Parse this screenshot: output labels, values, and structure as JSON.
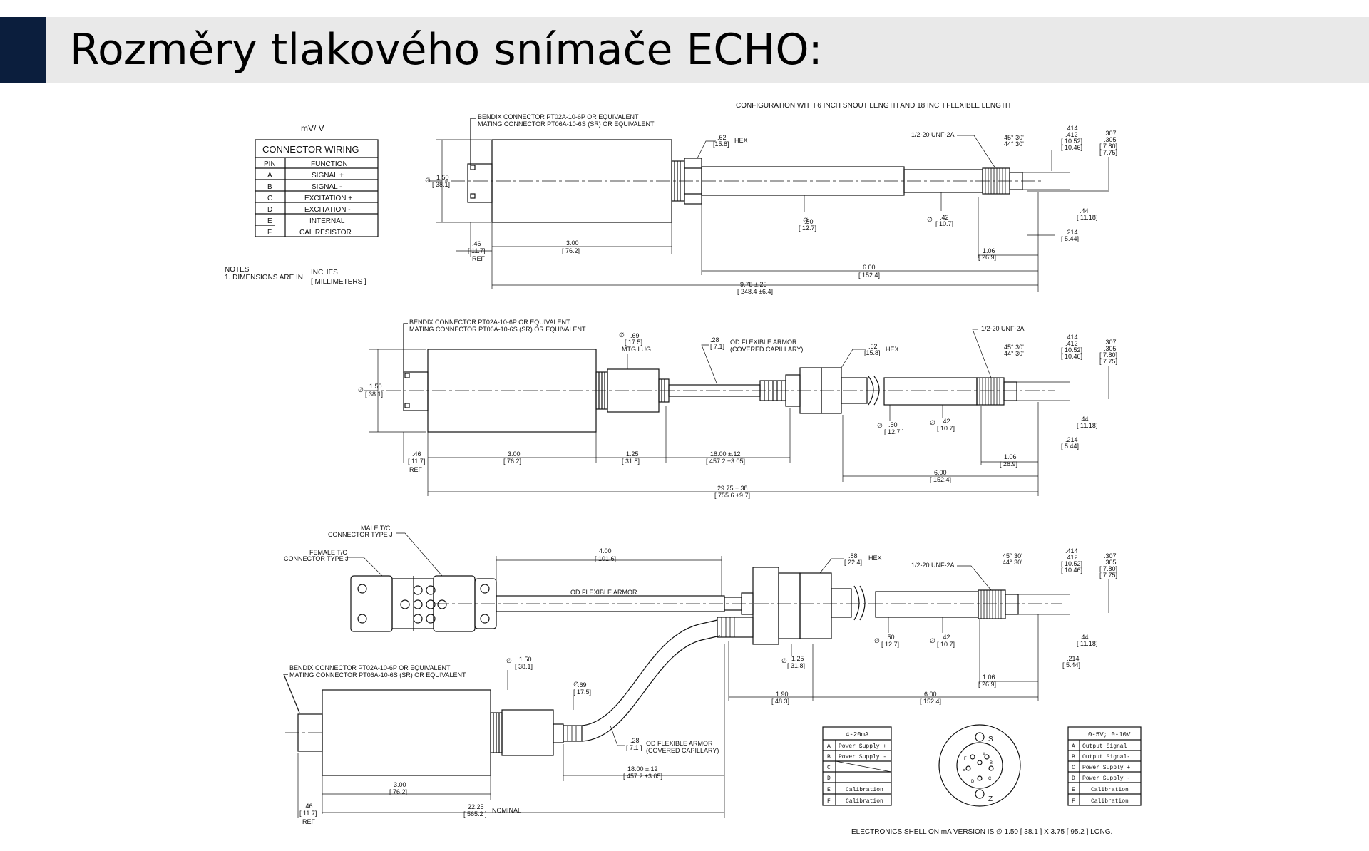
{
  "page": {
    "title": "Rozměry tlakového snímače ECHO:"
  },
  "colors": {
    "accent": "#0b1e3d",
    "title_bar": "#e9e9e9",
    "line": "#111111"
  },
  "drawing1": {
    "caption": "CONFIGURATION WITH 6 INCH SNOUT LENGTH AND 18 INCH FLEXIBLE LENGTH",
    "unit_label": "mV/ V",
    "wiring_table": {
      "title": "CONNECTOR WIRING",
      "headers": [
        "PIN",
        "FUNCTION"
      ],
      "rows": [
        [
          "A",
          "SIGNAL +"
        ],
        [
          "B",
          "SIGNAL -"
        ],
        [
          "C",
          "EXCITATION +"
        ],
        [
          "D",
          "EXCITATION -"
        ],
        [
          "E",
          "INTERNAL"
        ],
        [
          "F",
          "CAL RESISTOR"
        ]
      ]
    },
    "notes": [
      "NOTES",
      "1. DIMENSIONS ARE IN",
      "INCHES",
      "[ MILLIMETERS ]"
    ],
    "connector_1": "BENDIX CONNECTOR  PT02A-10-6P OR EQUIVALENT",
    "connector_2": "MATING CONNECTOR  PT06A-10-6S (SR) OR EQUIVALENT",
    "hex": ".62",
    "hex_mm": "[15.8]",
    "hex_label": "HEX",
    "thread": "1/2-20 UNF-2A",
    "angle1": "45° 30'",
    "angle2": "44° 30'",
    "d414": ".414",
    "d412": ".412",
    "d1052": "[ 10.52]",
    "d1046": "[ 10.46]",
    "d307": ".307",
    "d305": ".305",
    "d780": "[ 7.80]",
    "d775": "[ 7.75]",
    "dia150": "1.50",
    "dia150mm": "[ 38.1]",
    "dia50": ".50",
    "dia50mm": "[ 12.7]",
    "dia42": ".42",
    "dia42mm": "[ 10.7]",
    "d44": ".44",
    "d44mm": "[ 11.18]",
    "d214": ".214",
    "d214mm": "[ 5.44]",
    "d106": "1.06",
    "d106mm": "[ 26.9]",
    "d46": ".46",
    "d46mm": "[ 11.7]",
    "ref": "REF",
    "d300": "3.00",
    "d300mm": "[ 76.2]",
    "d600": "6.00",
    "d600mm": "[ 152.4]",
    "d978": "9.78 ±.25",
    "d978mm": "[ 248.4 ±6.4]"
  },
  "drawing2": {
    "connector_1": "BENDIX CONNECTOR  PT02A-10-6P OR EQUIVALENT",
    "connector_2": "MATING CONNECTOR  PT06A-10-6S (SR) OR EQUIVALENT",
    "lug": ".69",
    "lug_mm": "[ 17.5]",
    "lug_label": "MTG LUG",
    "armor": ".28",
    "armor_mm": "[ 7.1]",
    "armor_label": "OD FLEXIBLE ARMOR",
    "armor_label2": "(COVERED CAPILLARY)",
    "hex": ".62",
    "hex_mm": "[15.8]",
    "hex_label": "HEX",
    "thread": "1/2-20 UNF-2A",
    "angle1": "45° 30'",
    "angle2": "44° 30'",
    "d414": ".414",
    "d412": ".412",
    "d1052": "[ 10.52]",
    "d1046": "[ 10.46]",
    "d307": ".307",
    "d305": ".305",
    "d780": "[ 7.80]",
    "d775": "[ 7.75]",
    "dia150": "1.50",
    "dia150mm": "[ 38.1]",
    "dia50": ".50",
    "dia50mm": "[ 12.7 ]",
    "dia42": ".42",
    "dia42mm": "[ 10.7]",
    "d44": ".44",
    "d44mm": "[ 11.18]",
    "d214": ".214",
    "d214mm": "[ 5.44]",
    "d106": "1.06",
    "d106mm": "[ 26.9]",
    "d46": ".46",
    "d46mm": "[ 11.7]",
    "ref": "REF",
    "d300": "3.00",
    "d300mm": "[ 76.2]",
    "d125": "1.25",
    "d125mm": "[ 31.8]",
    "d1800": "18.00 ±.12",
    "d1800mm": "[ 457.2 ±3.05]",
    "d600": "6.00",
    "d600mm": "[ 152.4]",
    "d2975": "29.75 ±.38",
    "d2975mm": "[ 755.6 ±9.7]"
  },
  "drawing3": {
    "male_tc": "MALE T/C",
    "male_tc2": "CONNECTOR TYPE J",
    "female_tc": "FEMALE T/C",
    "female_tc2": "CONNECTOR TYPE J",
    "d400": "4.00",
    "d400mm": "[ 101.6]",
    "od_armor": "OD FLEXIBLE ARMOR",
    "hex": ".88",
    "hex_mm": "[ 22.4]",
    "hex_label": "HEX",
    "thread": "1/2-20 UNF-2A",
    "angle1": "45° 30'",
    "angle2": "44° 30'",
    "d414": ".414",
    "d412": ".412",
    "d1052": "[ 10.52]",
    "d1046": "[ 10.46]",
    "d307": ".307",
    "d305": ".305",
    "d780": "[ 7.80]",
    "d775": "[ 7.75]",
    "dia50": ".50",
    "dia50mm": "[ 12.7]",
    "dia42": ".42",
    "dia42mm": "[ 10.7]",
    "d44": ".44",
    "d44mm": "[ 11.18]",
    "d214": ".214",
    "d214mm": "[ 5.44]",
    "d125": "1.25",
    "d125mm": "[ 31.8]",
    "d106": "1.06",
    "d106mm": "[ 26.9]",
    "connector_1": "BENDIX CONNECTOR  PT02A-10-6P OR EQUIVALENT",
    "connector_2": "MATING CONNECTOR  PT06A-10-6S (SR) OR EQUIVALENT",
    "dia150": "1.50",
    "dia150mm": "[ 38.1]",
    "d69": ".69",
    "d69mm": "[ 17.5]",
    "d190": "1.90",
    "d190mm": "[ 48.3]",
    "d600": "6.00",
    "d600mm": "[ 152.4]",
    "armor": ".28",
    "armor_mm": "[ 7.1 ]",
    "armor_label": "OD FLEXIBLE ARMOR",
    "armor_label2": "(COVERED CAPILLARY)",
    "d1800": "18.00 ±.12",
    "d1800mm": "[ 457.2 ±3.05]",
    "d300": "3.00",
    "d300mm": "[ 76.2]",
    "d2225": "22.25",
    "d2225mm": "[ 565.2 ]",
    "nominal": "NOMINAL",
    "d46": ".46",
    "d46mm": "[ 11.7]",
    "ref": "REF",
    "table_ma": {
      "title": "4-20mA",
      "rows": [
        [
          "A",
          "Power Supply +"
        ],
        [
          "B",
          "Power Supply -"
        ],
        [
          "C",
          ""
        ],
        [
          "D",
          ""
        ],
        [
          "E",
          "Calibration"
        ],
        [
          "F",
          "Calibration"
        ]
      ]
    },
    "table_v": {
      "title": "0-5V; 0-10V",
      "rows": [
        [
          "A",
          "Output Signal +"
        ],
        [
          "B",
          "Output Signal-"
        ],
        [
          "C",
          "Power Supply +"
        ],
        [
          "D",
          "Power Supply -"
        ],
        [
          "E",
          "Calibration"
        ],
        [
          "F",
          "Calibration"
        ]
      ]
    },
    "pin_s": "S",
    "pin_z": "Z",
    "pins": [
      "A",
      "B",
      "C",
      "D",
      "E",
      "F"
    ],
    "shell_note": "ELECTRONICS SHELL ON mA VERSION IS  ∅ 1.50 [ 38.1 ] X 3.75 [ 95.2 ] LONG."
  }
}
